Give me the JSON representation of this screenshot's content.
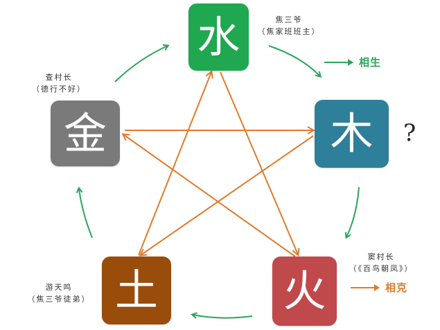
{
  "elements": {
    "water": {
      "char": "水",
      "color": "#1fa84f",
      "caption_line1": "焦三爷",
      "caption_line2": "（焦家班班主）"
    },
    "wood": {
      "char": "木",
      "color": "#2e7f99",
      "caption_line1": "",
      "caption_line2": "",
      "annotation": "?"
    },
    "fire": {
      "char": "火",
      "color": "#c0494b",
      "caption_line1": "窦村长",
      "caption_line2": "（《百鸟朝凤》）"
    },
    "earth": {
      "char": "土",
      "color": "#9a4c0b",
      "caption_line1": "游天鸣",
      "caption_line2": "（焦三爷徒弟）"
    },
    "metal": {
      "char": "金",
      "color": "#7a7a7a",
      "caption_line1": "查村长",
      "caption_line2": "（德行不好）"
    }
  },
  "legend": {
    "generating": {
      "label": "相生",
      "color": "#2aa55a"
    },
    "overcoming": {
      "label": "相克",
      "color": "#e07b2a"
    }
  },
  "relations": {
    "generating_cycle": [
      [
        "metal",
        "water"
      ],
      [
        "water",
        "wood"
      ],
      [
        "wood",
        "fire"
      ],
      [
        "fire",
        "earth"
      ],
      [
        "earth",
        "metal"
      ]
    ],
    "overcoming_star": [
      [
        "metal",
        "wood"
      ],
      [
        "wood",
        "earth"
      ],
      [
        "earth",
        "water"
      ],
      [
        "water",
        "fire"
      ],
      [
        "fire",
        "metal"
      ]
    ]
  },
  "colors": {
    "green_arrow": "#2aa55a",
    "orange_arrow": "#e07b2a"
  }
}
